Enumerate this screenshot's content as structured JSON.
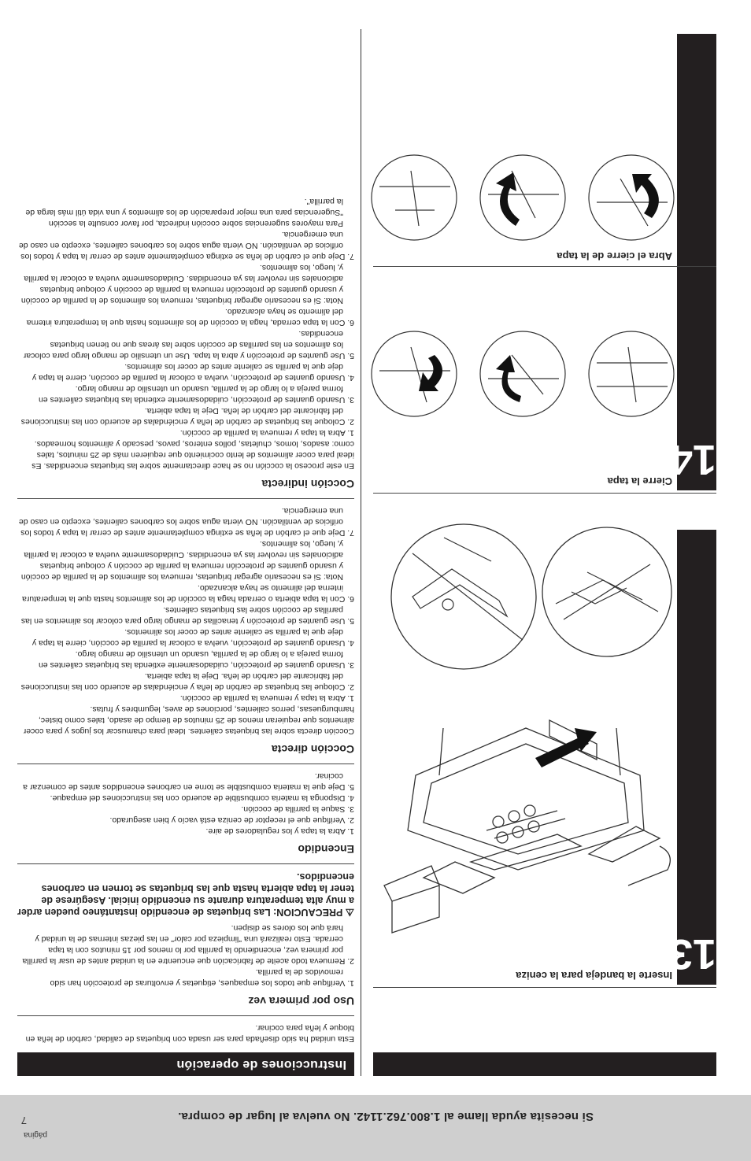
{
  "footer": {
    "help_text": "Si necesita ayuda llame al 1.800.762.1142. No vuelva al lugar de compra.",
    "page_word": "página",
    "page_number": "7"
  },
  "instructions": {
    "title": "Instrucciones de operación",
    "intro": "Esta unidad ha sido diseñada para ser usada con briquetas de calidad, carbón de leña en bloque y leña para cocinar.",
    "first_use": {
      "heading": "Uso por primera vez",
      "items": [
        "1. Verifique que todos los empaques, etiquetas y envolturas de protección han sido removidos de la parrilla.",
        "2. Remueva todo aceite de fabricación que encuentre en la unidad antes de usar la parrilla por primera vez, encendiendo la parrilla por lo menos por 15 minutos con la tapa cerrada. Esto realizará una \"limpieza por calor\" en las piezas internas de la unidad y hará que los olores se disipen."
      ],
      "warning": "PRECAUCION: Las briquetas de encendido instantáneo pueden arder a muy alta temperatura durante su encendido inicial. Asegúrese de tener la tapa abierta hasta que las briquetas se tornen en carbones encendidos."
    },
    "lighting": {
      "heading": "Encendido",
      "items": [
        "1. Abra la tapa y los reguladores de aire.",
        "2. Verifique que el receptor de ceniza está vacío y bien asegurado.",
        "3. Saque la parrilla de cocción.",
        "4. Disponga la materia combustible de acuerdo con las instrucciones del empaque.",
        "5. Deje que la materia combustible se torne en carbones encendidos antes de comenzar a cocinar."
      ]
    },
    "direct": {
      "heading": "Cocción directa",
      "intro": "Cocción directa sobre las briquetas calientes. Ideal para chamuscar los jugos y para cocer alimentos que requieran menos de 25 minutos de tiempo de asado, tales como bistec, hamburguesas, perros calientes, porciones de aves, legumbres y frutas.",
      "items": [
        "1. Abra la tapa y remueva la parrilla de cocción.",
        "2. Coloque las briquetas de carbón de leña y enciéndalas de acuerdo con las instrucciones del fabricante del carbón de leña. Deje la tapa abierta.",
        "3. Usando guantes de protección, cuidadosamente extienda las briquetas calientes en forma pareja a lo largo de la parrilla, usando un utensilio de mango largo.",
        "4. Usando guantes de protección, vuelva a colocar la parrilla de cocción, cierre la tapa y deje que la parrilla se caliente antes de cocer los alimentos.",
        "5. Use guantes de protección y tenacillas de mango largo para colocar los alimentos en las parrillas de cocción sobre las briquetas calientes.",
        "6. Con la tapa abierta o cerrada haga la cocción de los alimentos hasta que la temperatura interna del alimento se haya alcanzado."
      ],
      "note": "Nota: Si es necesario agregar briquetas, remueva los alimentos de la parrilla de cocción y usando guantes de protección remueva la parrilla de cocción y coloque briquetas adicionales sin revolver las ya encendidas. Cuidadosamente vuelva a colocar la parrilla y, luego, los alimentos.",
      "item7": "7. Deje que el carbón de leña se extinga completamente antes de cerrar la tapa y todos los orificios de ventilación. NO vierta agua sobre los carbones calientes, excepto en caso de una emergencia."
    },
    "indirect": {
      "heading": "Cocción indirecta",
      "intro": "En este proceso la cocción no se hace directamente sobre las briquetas encendidas. Es ideal para cocer alimentos de lento cocimiento que requieren más de 25 minutos, tales como: asados, lomos, chuletas, pollos enteros, pavos, pescado y alimentos horneados.",
      "items": [
        "1. Abra la tapa y remueva la parrilla de cocción.",
        "2. Coloque las briquetas de carbón de leña y enciéndalas de acuerdo con las instrucciones del fabricante del carbón de leña. Deje la tapa abierta.",
        "3. Usando guantes de protección, cuidadosamente extienda las briquetas calientes en forma pareja a lo largo de la parrilla, usando un utensilio de mango largo.",
        "4. Usando guantes de protección, vuelva a colocar la parrilla de cocción, cierre la tapa y deje que la parrilla se caliente antes de cocer los alimentos.",
        "5. Use guantes de protección y abra la tapa. Use un utensilio de mango largo para colocar los alimentos en las parrillas de cocción sobre las áreas que no tienen briquetas encendidas.",
        "6. Con la tapa cerrada, haga la cocción de los alimentos hasta que la temperatura interna del alimento se haya alcanzado."
      ],
      "note": "Nota: Si es necesario agregar briquetas, remueva los alimentos de la parrilla de cocción y usando guantes de protección remueva la parrilla de cocción y coloque briquetas adicionales sin revolver las ya encendidas. Cuidadosamente vuelva a colocar la parrilla y, luego, los alimentos.",
      "item7": "7. Deje que el carbón de leña se extinga completamente antes de cerrar la tapa y todos los orificios de ventilación. NO vierta agua sobre los carbones calientes, excepto en caso de una emergencia.",
      "closing": "Para mayores sugerencias sobre cocción indirecta, por favor consulte la sección \"Sugerencias para una mejor preparación de los alimentos y una vida útil más larga de la parrilla\"."
    }
  },
  "figures": {
    "step13": {
      "number": "13",
      "caption": "Inserte la bandeja para la ceniza"
    },
    "step14": {
      "number": "14",
      "caption": "Cierre la tapa",
      "caption2": "Abra el cierre de la tapa"
    }
  }
}
